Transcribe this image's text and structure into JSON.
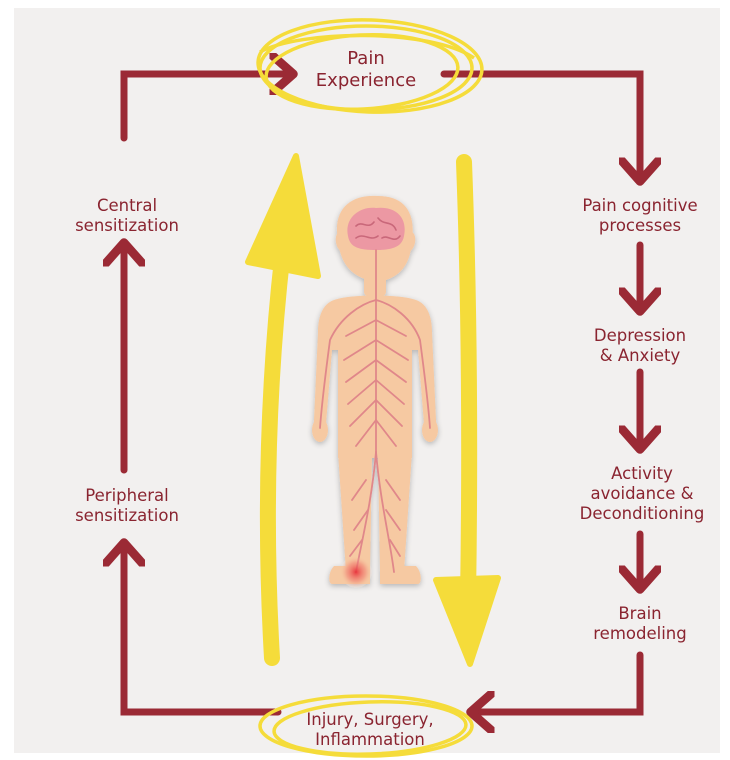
{
  "nodes": {
    "pain_experience": "Pain\nExperience",
    "pain_cognitive": "Pain cognitive\nprocesses",
    "depression_anxiety": "Depression\n& Anxiety",
    "activity_avoidance": "Activity\navoidance &\nDeconditioning",
    "brain_remodeling": "Brain\nremodeling",
    "injury": "Injury, Surgery,\nInflammation",
    "peripheral": "Peripheral\nsensitization",
    "central": "Central\nsensitization"
  },
  "colors": {
    "cycle_arrow": "#9b2a35",
    "highlight": "#f5dc3a",
    "label_text": "#8a2430",
    "body_skin": "#f6c9a2",
    "nerves": "#e0878a",
    "brain": "#ec98a3",
    "injury_spot": "#e8323a",
    "background": "#f2f0ef"
  },
  "icons": [
    "human-nervous-system-figure",
    "brain-icon",
    "injury-spot-icon"
  ]
}
